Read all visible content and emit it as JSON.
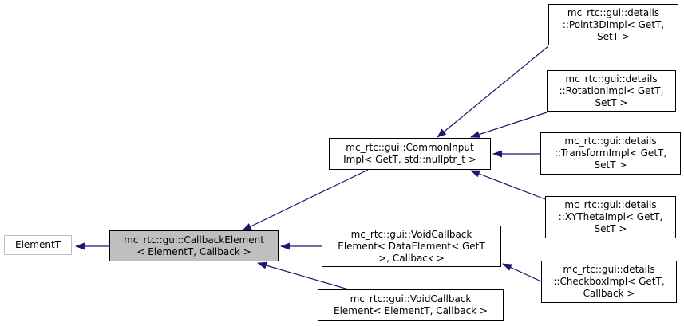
{
  "diagram": {
    "kind": "class-inheritance-graph",
    "colors": {
      "edge": "#191970",
      "node_border": "#000000",
      "node_fill": "#ffffff",
      "selected_node_fill": "#bfbfbf",
      "external_node_border": "#bebebe",
      "text": "#000000"
    },
    "nodes": {
      "elementt": {
        "label": "ElementT"
      },
      "callback_element": {
        "label": "mc_rtc::gui::CallbackElement\n< ElementT, Callback >",
        "selected": true
      },
      "common_input": {
        "label": "mc_rtc::gui::CommonInput\nImpl< GetT, std::nullptr_t >"
      },
      "void_callback_data": {
        "label": "mc_rtc::gui::VoidCallback\nElement< DataElement< GetT\n>, Callback >"
      },
      "void_callback_element": {
        "label": "mc_rtc::gui::VoidCallback\nElement< ElementT, Callback >"
      },
      "point3d": {
        "label": "mc_rtc::gui::details\n::Point3DImpl< GetT,\nSetT >"
      },
      "rotation": {
        "label": "mc_rtc::gui::details\n::RotationImpl< GetT,\nSetT >"
      },
      "transform": {
        "label": "mc_rtc::gui::details\n::TransformImpl< GetT,\nSetT >"
      },
      "xytheta": {
        "label": "mc_rtc::gui::details\n::XYThetaImpl< GetT,\nSetT >"
      },
      "checkbox": {
        "label": "mc_rtc::gui::details\n::CheckboxImpl< GetT,\nCallback >"
      }
    },
    "edges": [
      {
        "from": "callback_element",
        "to": "elementt"
      },
      {
        "from": "common_input",
        "to": "callback_element"
      },
      {
        "from": "point3d",
        "to": "common_input"
      },
      {
        "from": "rotation",
        "to": "common_input"
      },
      {
        "from": "transform",
        "to": "common_input"
      },
      {
        "from": "xytheta",
        "to": "common_input"
      },
      {
        "from": "void_callback_data",
        "to": "callback_element"
      },
      {
        "from": "void_callback_element",
        "to": "callback_element"
      },
      {
        "from": "checkbox",
        "to": "void_callback_data"
      }
    ]
  }
}
